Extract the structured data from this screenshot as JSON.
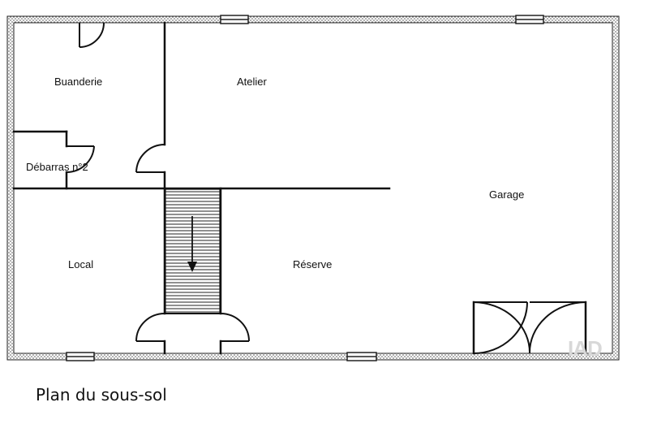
{
  "rooms": {
    "buanderie": "Buanderie",
    "atelier": "Atelier",
    "debarras": "Débarras n°2",
    "garage": "Garage",
    "local": "Local",
    "reserve": "Réserve"
  },
  "caption": "Plan du sous-sol",
  "watermark": "IAD"
}
